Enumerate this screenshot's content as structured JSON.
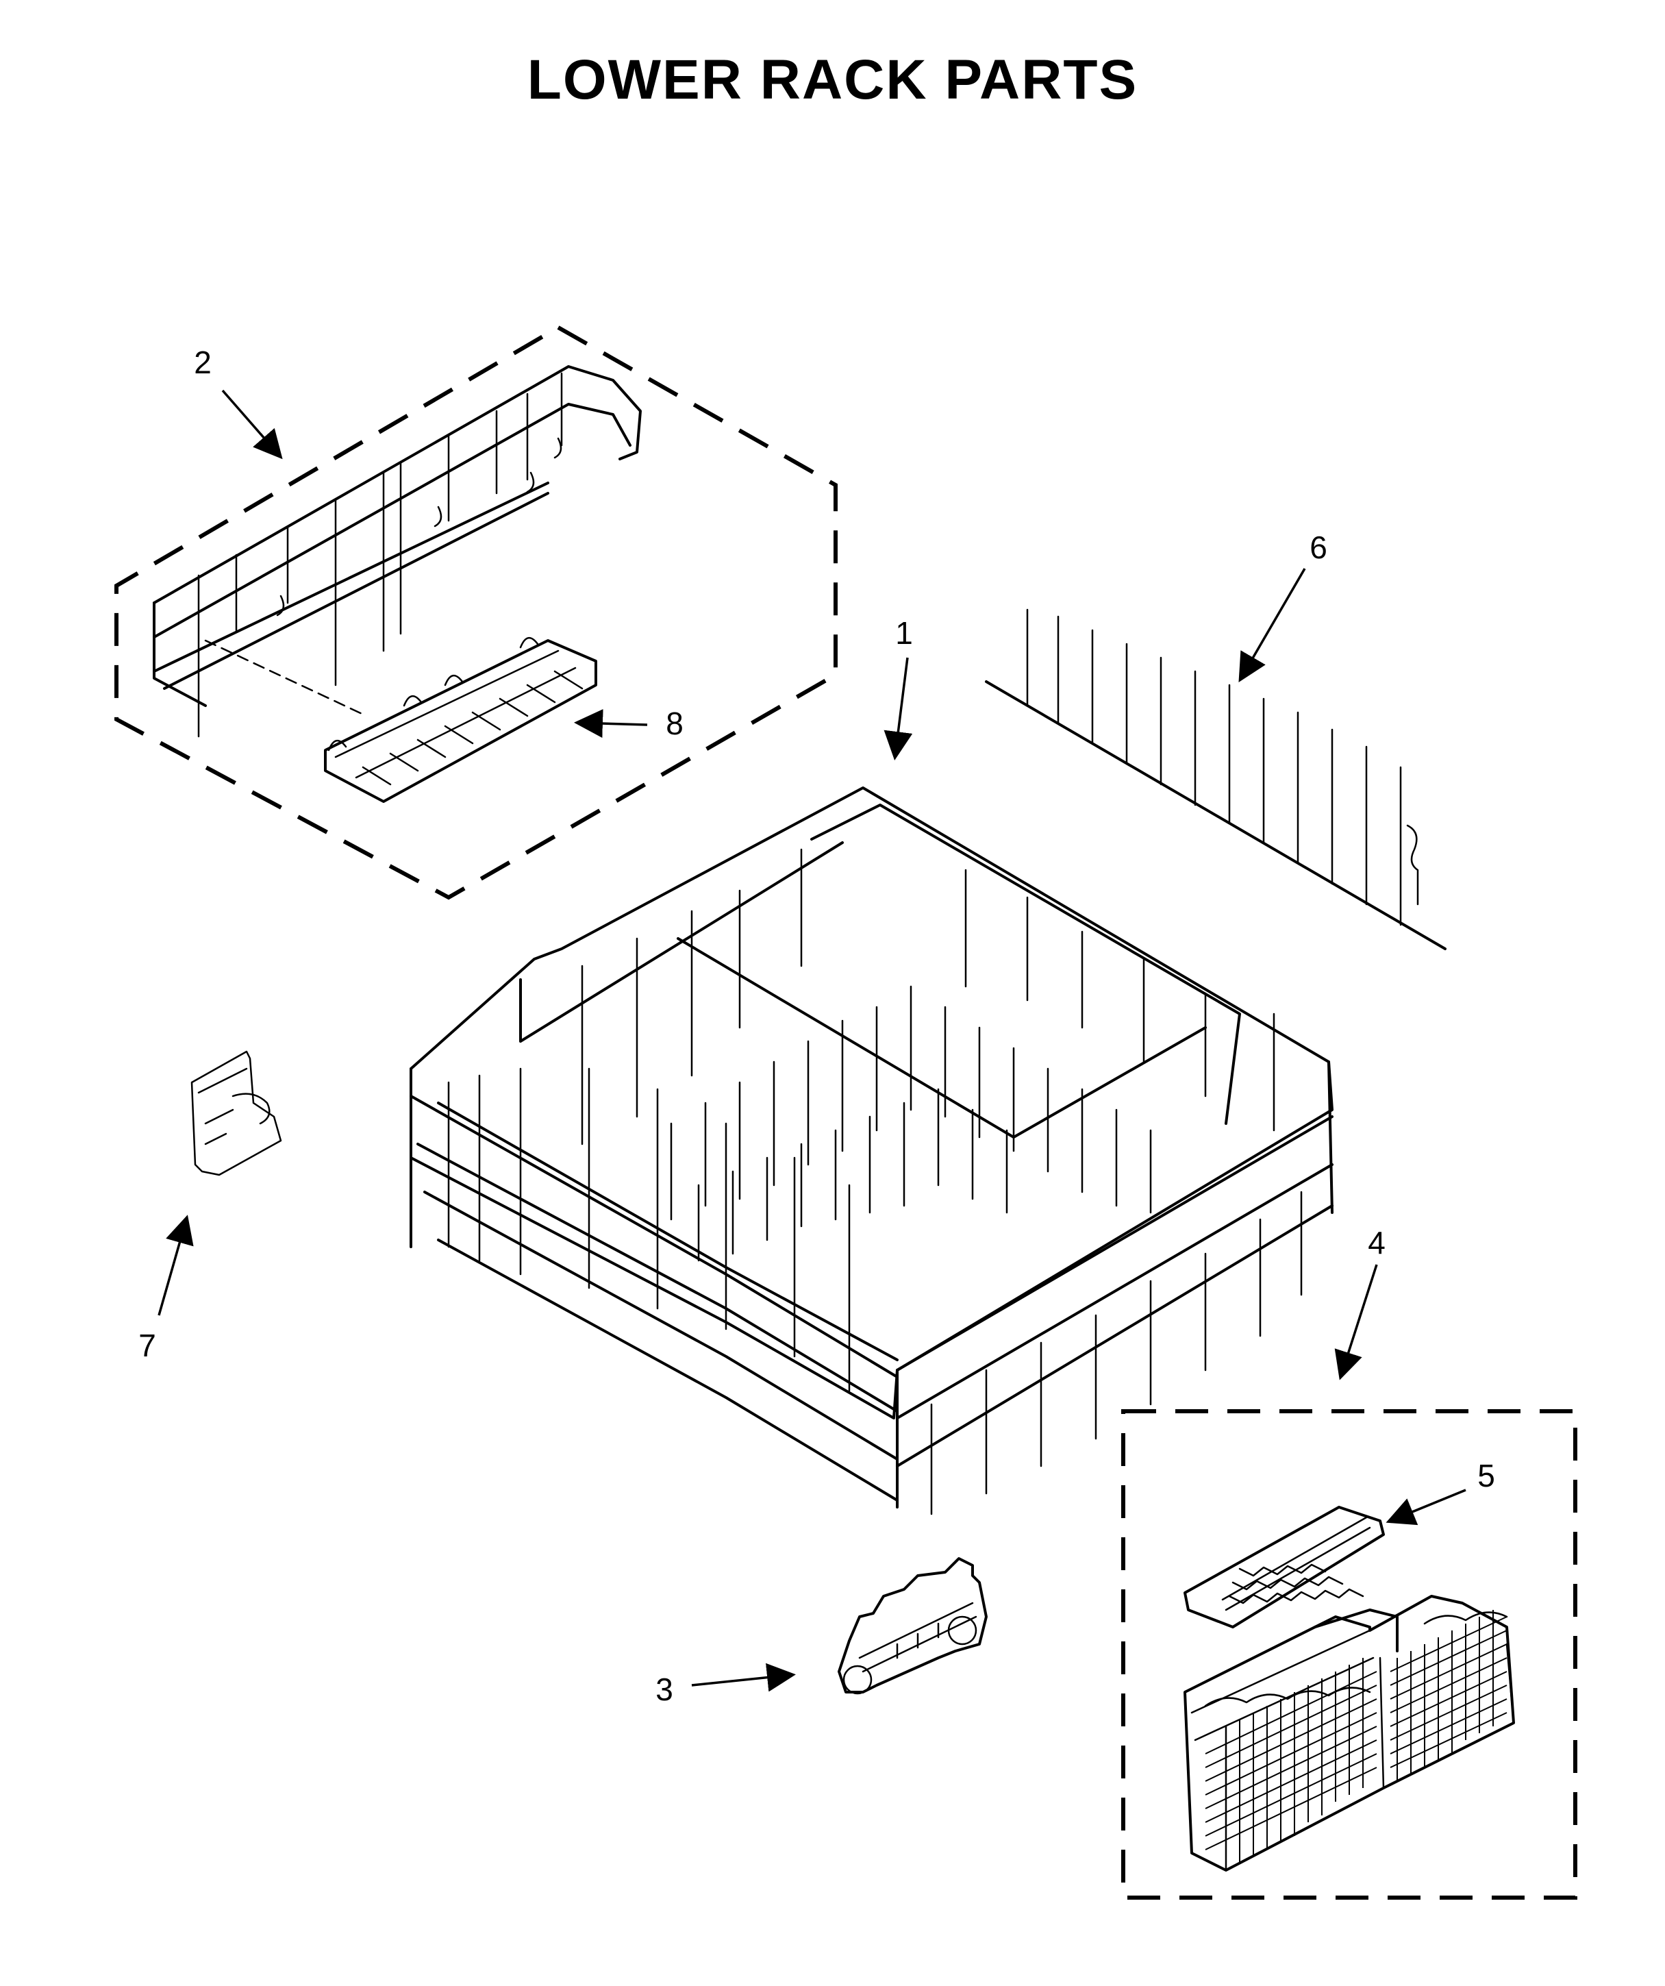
{
  "title": "LOWER RACK PARTS",
  "colors": {
    "ink": "#000000",
    "background": "#ffffff"
  },
  "callouts": [
    {
      "id": "1",
      "text": "1"
    },
    {
      "id": "2",
      "text": "2"
    },
    {
      "id": "3",
      "text": "3"
    },
    {
      "id": "4",
      "text": "4"
    },
    {
      "id": "5",
      "text": "5"
    },
    {
      "id": "6",
      "text": "6"
    },
    {
      "id": "7",
      "text": "7"
    },
    {
      "id": "8",
      "text": "8"
    }
  ]
}
